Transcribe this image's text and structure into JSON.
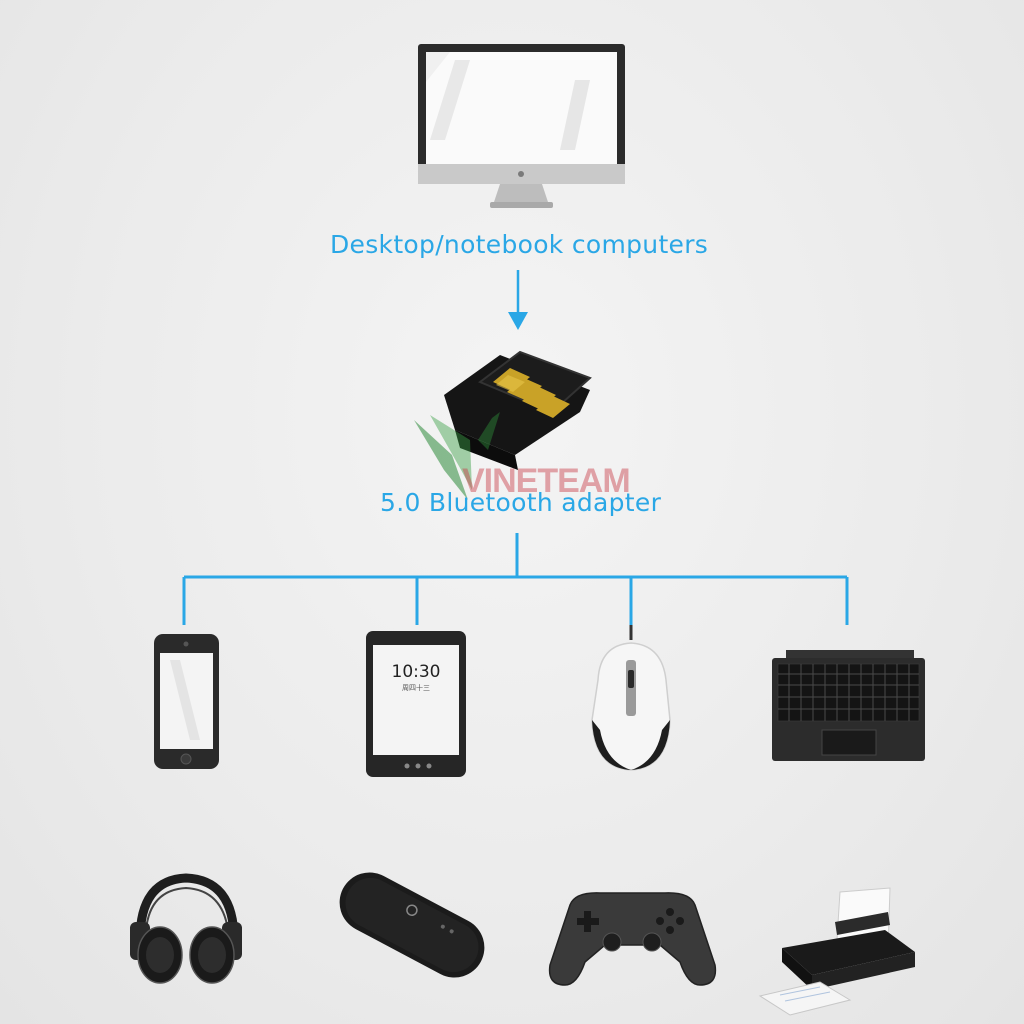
{
  "labels": {
    "source": "Desktop/notebook computers",
    "adapter": "5.0 Bluetooth adapter"
  },
  "tablet_screen": {
    "time": "10:30",
    "date": "周四十三"
  },
  "watermark": "VINETEAM",
  "colors": {
    "connector": "#2aa7e6",
    "adapter_pins": "#c9a227",
    "watermark_red": "#c83c46",
    "watermark_green": "#2e8b3a"
  },
  "icons": {
    "top": "desktop-monitor-icon",
    "center": "usb-bluetooth-adapter-icon",
    "row1": [
      "smartphone-icon",
      "tablet-icon",
      "mouse-icon",
      "keyboard-icon"
    ],
    "row2": [
      "headphones-icon",
      "speaker-icon",
      "gamepad-icon",
      "printer-icon"
    ]
  }
}
